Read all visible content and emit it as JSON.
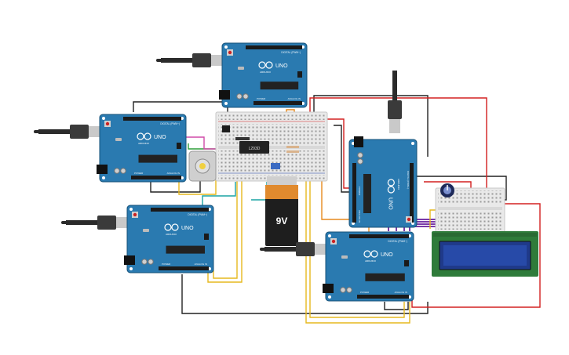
{
  "colors": {
    "board": "#2a7ab0",
    "board_dark": "#1d5f8c",
    "board_edge": "#175178",
    "chip": "#222222",
    "header": "#1a1a1a",
    "usb": "#c9c9c9",
    "cable": "#2b2b2b",
    "breadboard": "#e9e9e9",
    "battery_body": "#1e1e1e",
    "battery_cap": "#e08a2e",
    "lcd_frame": "#2f7b3a",
    "lcd_screen": "#1f3a8a",
    "wire_red": "#d32020",
    "wire_black": "#222222",
    "wire_yellow": "#e6b81e",
    "wire_orange": "#e68a1e",
    "wire_green": "#2e9e3a",
    "wire_teal": "#1aa3a3",
    "wire_purple": "#7a3aa8",
    "wire_pink": "#d04aa8"
  },
  "boards": [
    {
      "id": "uno-top",
      "label": "UNO",
      "brand": "ARDUINO",
      "digital": "DIGITAL (PWM~)",
      "power": "POWER",
      "analog": "ANALOG IN"
    },
    {
      "id": "uno-left",
      "label": "UNO",
      "brand": "ARDUINO",
      "digital": "DIGITAL (PWM~)",
      "power": "POWER",
      "analog": "ANALOG IN"
    },
    {
      "id": "uno-bottom-left",
      "label": "UNO",
      "brand": "ARDUINO",
      "digital": "DIGITAL (PWM~)",
      "power": "POWER",
      "analog": "ANALOG IN"
    },
    {
      "id": "uno-right-vertical",
      "label": "UNO",
      "brand": "ARDUINO",
      "digital": "DIGITAL (PWM~)",
      "power": "POWER",
      "analog": "ANALOG IN"
    },
    {
      "id": "uno-bottom-right",
      "label": "UNO",
      "brand": "ARDUINO",
      "digital": "DIGITAL (PWM~)",
      "power": "POWER",
      "analog": "ANALOG IN"
    }
  ],
  "battery": {
    "label": "9V"
  },
  "chip_label": "L293D"
}
